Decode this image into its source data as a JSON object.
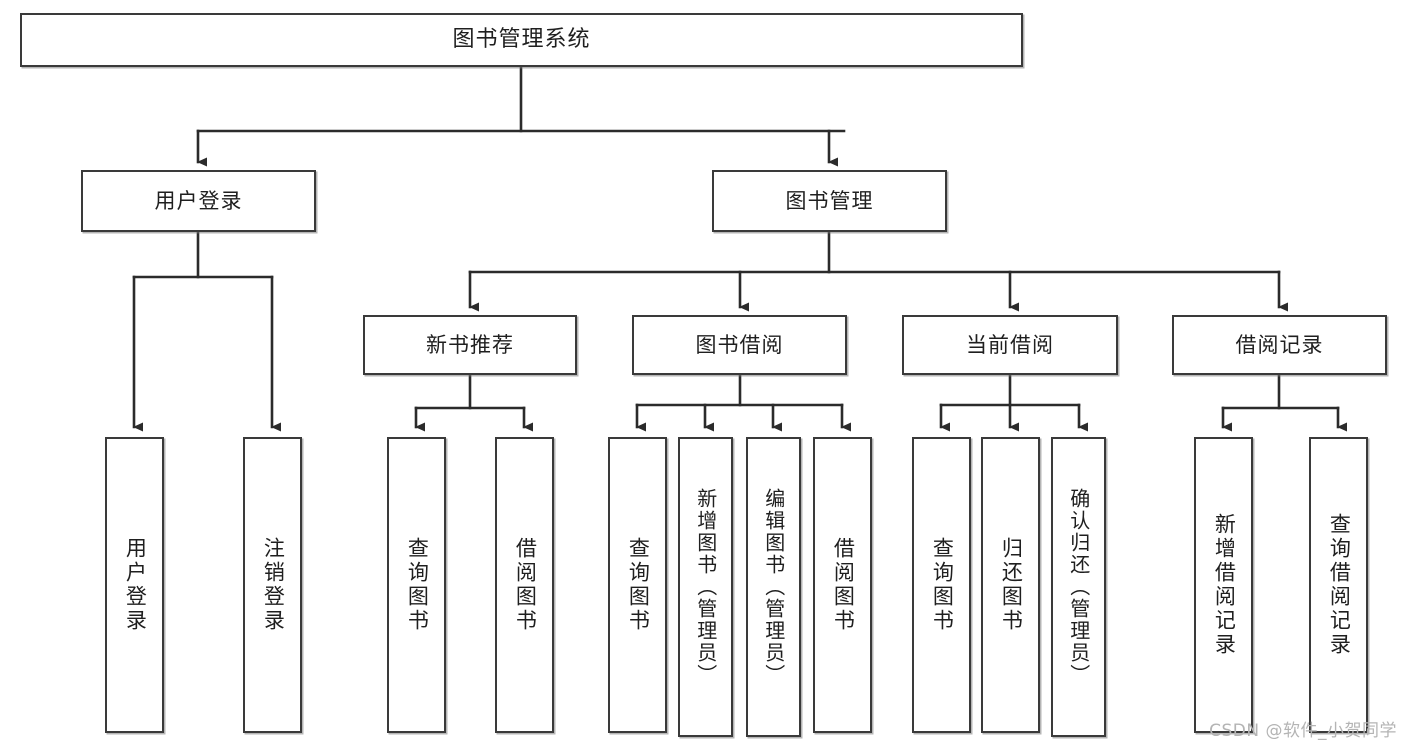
{
  "diagram": {
    "type": "tree-hierarchy",
    "title": "图书管理系统",
    "watermark": "CSDN @软件_小贺同学",
    "colors": {
      "box_border": "#3a3a3a",
      "box_fill": "#ffffff",
      "edge": "#2b2b2b",
      "text": "#1f1f1f",
      "watermark": "#b4b4b4"
    },
    "levels": 4,
    "nodes": {
      "root": {
        "label": "图书管理系统"
      },
      "level2": [
        {
          "id": "user-login",
          "label": "用户登录"
        },
        {
          "id": "book-manage",
          "label": "图书管理"
        }
      ],
      "level3": [
        {
          "id": "new-book-rec",
          "label": "新书推荐"
        },
        {
          "id": "book-borrow",
          "label": "图书借阅"
        },
        {
          "id": "current-borrow",
          "label": "当前借阅"
        },
        {
          "id": "borrow-record",
          "label": "借阅记录"
        }
      ],
      "leaves": {
        "user_login": [
          {
            "id": "leaf-user-login",
            "label": "用户登录"
          },
          {
            "id": "leaf-logout-login",
            "label": "注销登录"
          }
        ],
        "new_book_rec": [
          {
            "id": "leaf-query-book-1",
            "label": "查询图书"
          },
          {
            "id": "leaf-borrow-book-1",
            "label": "借阅图书"
          }
        ],
        "book_borrow": [
          {
            "id": "leaf-query-book-2",
            "label": "查询图书"
          },
          {
            "id": "leaf-add-book",
            "label": "新增图书（管理员）"
          },
          {
            "id": "leaf-edit-book",
            "label": "编辑图书（管理员）"
          },
          {
            "id": "leaf-borrow-book-2",
            "label": "借阅图书"
          }
        ],
        "current_borrow": [
          {
            "id": "leaf-query-book-3",
            "label": "查询图书"
          },
          {
            "id": "leaf-return-book",
            "label": "归还图书"
          },
          {
            "id": "leaf-confirm-return",
            "label": "确认归还（管理员）"
          }
        ],
        "borrow_record": [
          {
            "id": "leaf-add-record",
            "label": "新增借阅记录"
          },
          {
            "id": "leaf-query-record",
            "label": "查询借阅记录"
          }
        ]
      }
    }
  }
}
